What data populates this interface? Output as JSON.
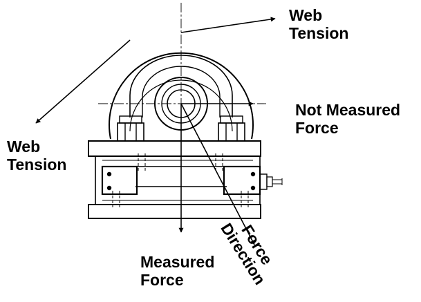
{
  "labels": {
    "web_tension_top": {
      "line1": "Web",
      "line2": "Tension"
    },
    "web_tension_left": {
      "line1": "Web",
      "line2": "Tension"
    },
    "not_measured_force": {
      "line1": "Not Measured",
      "line2": "Force"
    },
    "measured_force": {
      "line1": "Measured",
      "line2": "Force"
    },
    "force_direction": {
      "line1": "Force",
      "line2": "Direction"
    }
  },
  "colors": {
    "line": "#000000",
    "background": "#ffffff"
  }
}
